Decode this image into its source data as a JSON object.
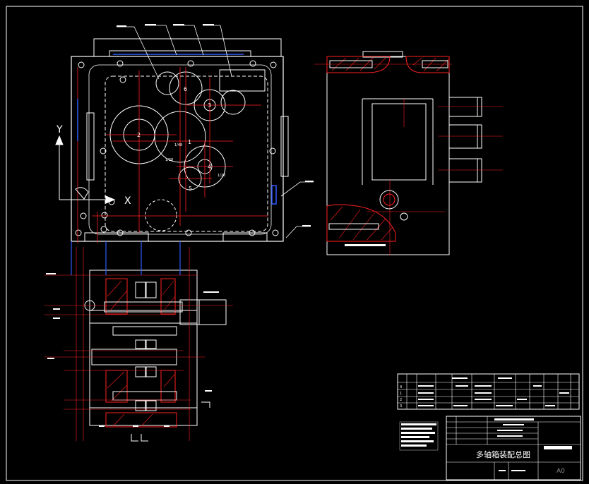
{
  "title_block": {
    "drawing_title": "多轴箱装配总图",
    "sheet_size": "A0"
  },
  "front_view": {
    "axis_y": "Y",
    "axis_x": "X",
    "shaft_labels": [
      "2",
      "1",
      "3",
      "4",
      "5",
      "6"
    ],
    "gear_notes": [
      "1/48",
      "1/28",
      "1/28"
    ]
  },
  "parts_list": {
    "row_numbers": [
      "1",
      "2",
      "3",
      "4"
    ]
  },
  "colors": {
    "background": "#000000",
    "outline": "#ffffff",
    "centerline": "#ff2020",
    "hatch": "#ff2020",
    "dimension": "#2f5bff",
    "leader": "#ffffff"
  }
}
